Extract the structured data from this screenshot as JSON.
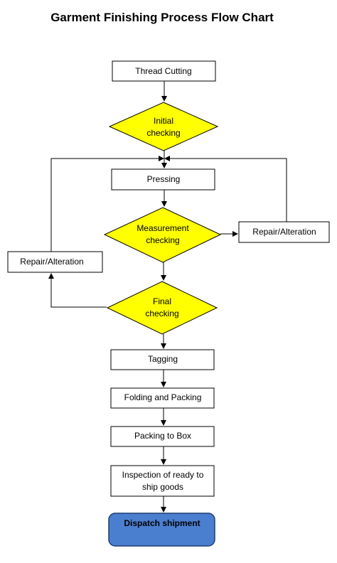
{
  "title": "Garment Finishing Process Flow Chart",
  "nodes": {
    "thread_cutting": "Thread Cutting",
    "initial_checking": [
      "Initial",
      "checking"
    ],
    "pressing": "Pressing",
    "measurement_checking": [
      "Measurement",
      "checking"
    ],
    "repair_right": "Repair/Alteration",
    "repair_left": "Repair/Alteration",
    "final_checking": [
      "Final",
      "checking"
    ],
    "tagging": "Tagging",
    "folding_packing": "Folding and Packing",
    "packing_box": "Packing to Box",
    "inspection": [
      "Inspection of ready to",
      "ship goods"
    ],
    "dispatch": "Dispatch shipment"
  },
  "colors": {
    "decision_fill": "#ffff00",
    "terminal_fill": "#4a7ecf",
    "terminal_stroke": "#1f3f74"
  }
}
